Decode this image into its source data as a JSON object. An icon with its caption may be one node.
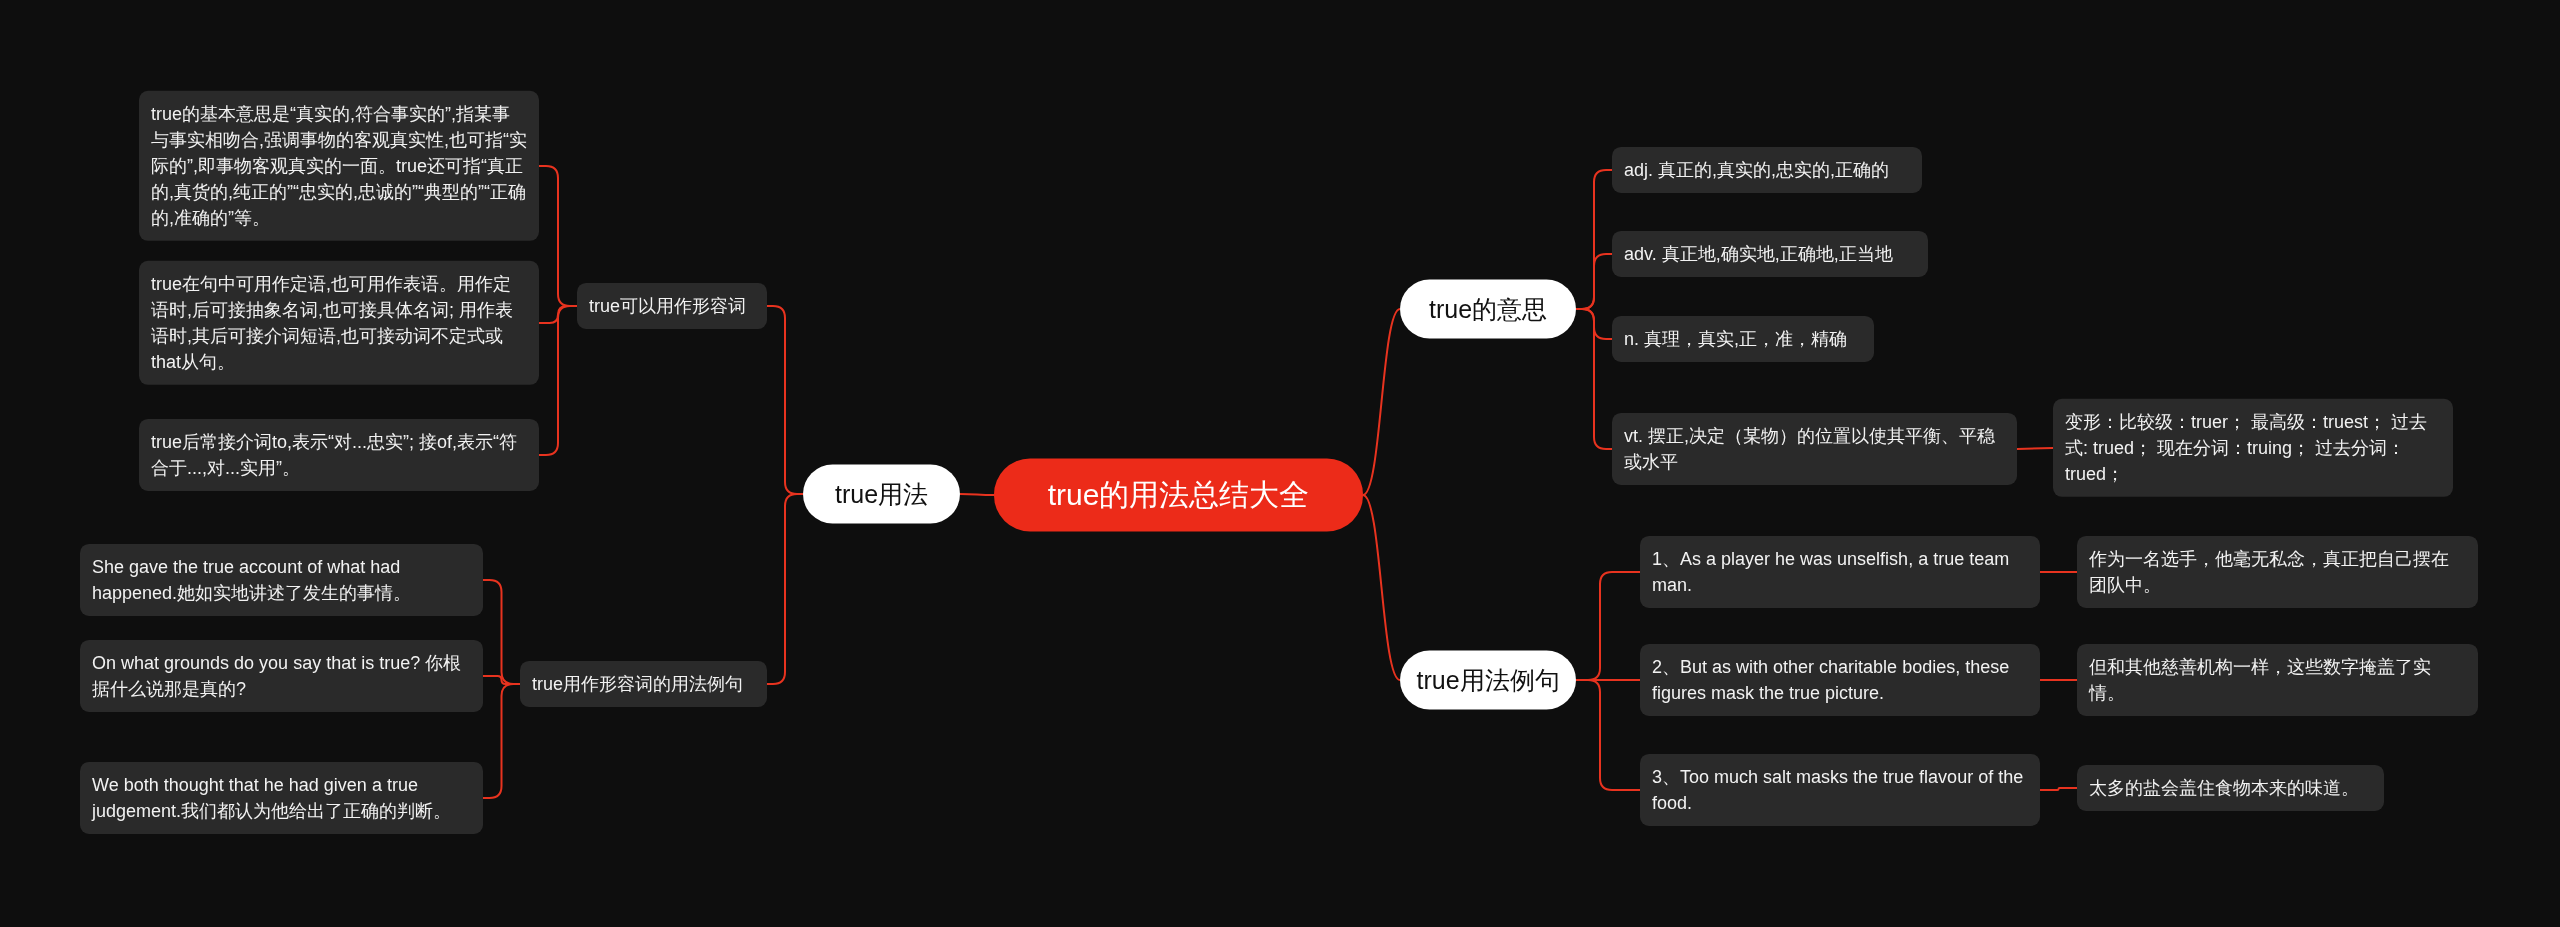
{
  "diagram": {
    "nodes": [
      {
        "text": [
          "true的用法总结大全"
        ]
      },
      {
        "text": [
          "true用法"
        ]
      },
      {
        "text": [
          "true可以用作形容词"
        ]
      },
      {
        "text": [
          "true的基本意思是“真实的,符合事实的”,指某事与事实相吻合,强调事物的客观真实性,也可指“实际的”,即事物客观真实的一面。true还可指“真正的,真货的,纯正的”“忠实的,忠诚的”“典型的”“正确的,准确的”等。"
        ]
      },
      {
        "text": [
          "true在句中可用作定语,也可用作表语。用作定语时,后可接抽象名词,也可接具体名词; 用作表语时,其后可接介词短语,也可接动词不定式或that从句。"
        ]
      },
      {
        "text": [
          "true后常接介词to,表示“对...忠实”; 接of,表示“符合于...,对...实用”。"
        ]
      },
      {
        "text": [
          "true用作形容词的用法例句"
        ]
      },
      {
        "text": [
          "She gave the true account of what had happened.她如实地讲述了发生的事情。"
        ]
      },
      {
        "text": [
          "On what grounds do you say that is true? 你根据什么说那是真的?"
        ]
      },
      {
        "text": [
          "We both thought that he had given a true judgement.我们都认为他给出了正确的判断。"
        ]
      },
      {
        "text": [
          "true的意思"
        ]
      },
      {
        "text": [
          "adj. 真正的,真实的,忠实的,正确的"
        ]
      },
      {
        "text": [
          "adv. 真正地,确实地,正确地,正当地"
        ]
      },
      {
        "text": [
          "n. 真理，真实,正，准，精确"
        ]
      },
      {
        "text": [
          "vt. 摆正,决定（某物）的位置以使其平衡、平稳或水平"
        ]
      },
      {
        "text": [
          "变形：比较级：truer； 最高级：truest； 过去式: trued； 现在分词：truing； 过去分词：trued；"
        ]
      },
      {
        "text": [
          "true用法例句"
        ]
      },
      {
        "text": [
          "1、As a player he was unselfish, a true team man."
        ]
      },
      {
        "text": [
          "2、But as with other charitable bodies, these figures mask the true picture."
        ]
      },
      {
        "text": [
          "3、Too much salt masks the true flavour of the food."
        ]
      },
      {
        "text": [
          "作为一名选手，他毫无私念，真正把自己摆在团队中。"
        ]
      },
      {
        "text": [
          "但和其他慈善机构一样，这些数字掩盖了实情。"
        ]
      },
      {
        "text": [
          "太多的盐会盖住食物本来的味道。"
        ]
      }
    ],
    "edges": [
      {
        "from": 0,
        "to": 1,
        "arrow": "none"
      },
      {
        "from": 1,
        "to": 2,
        "arrow": "none"
      },
      {
        "from": 2,
        "to": 3,
        "arrow": "none"
      },
      {
        "from": 2,
        "to": 4,
        "arrow": "none"
      },
      {
        "from": 2,
        "to": 5,
        "arrow": "none"
      },
      {
        "from": 1,
        "to": 6,
        "arrow": "none"
      },
      {
        "from": 6,
        "to": 7,
        "arrow": "none"
      },
      {
        "from": 6,
        "to": 8,
        "arrow": "none"
      },
      {
        "from": 6,
        "to": 9,
        "arrow": "none"
      },
      {
        "from": 0,
        "to": 10,
        "arrow": "none"
      },
      {
        "from": 10,
        "to": 11,
        "arrow": "none"
      },
      {
        "from": 10,
        "to": 12,
        "arrow": "none"
      },
      {
        "from": 10,
        "to": 13,
        "arrow": "none"
      },
      {
        "from": 10,
        "to": 14,
        "arrow": "none"
      },
      {
        "from": 14,
        "to": 15,
        "arrow": "none"
      },
      {
        "from": 0,
        "to": 16,
        "arrow": "none"
      },
      {
        "from": 16,
        "to": 17,
        "arrow": "none"
      },
      {
        "from": 16,
        "to": 18,
        "arrow": "none"
      },
      {
        "from": 16,
        "to": 19,
        "arrow": "none"
      },
      {
        "from": 17,
        "to": 20,
        "arrow": "none"
      },
      {
        "from": 18,
        "to": 21,
        "arrow": "none"
      },
      {
        "from": 19,
        "to": 22,
        "arrow": "none"
      }
    ]
  }
}
